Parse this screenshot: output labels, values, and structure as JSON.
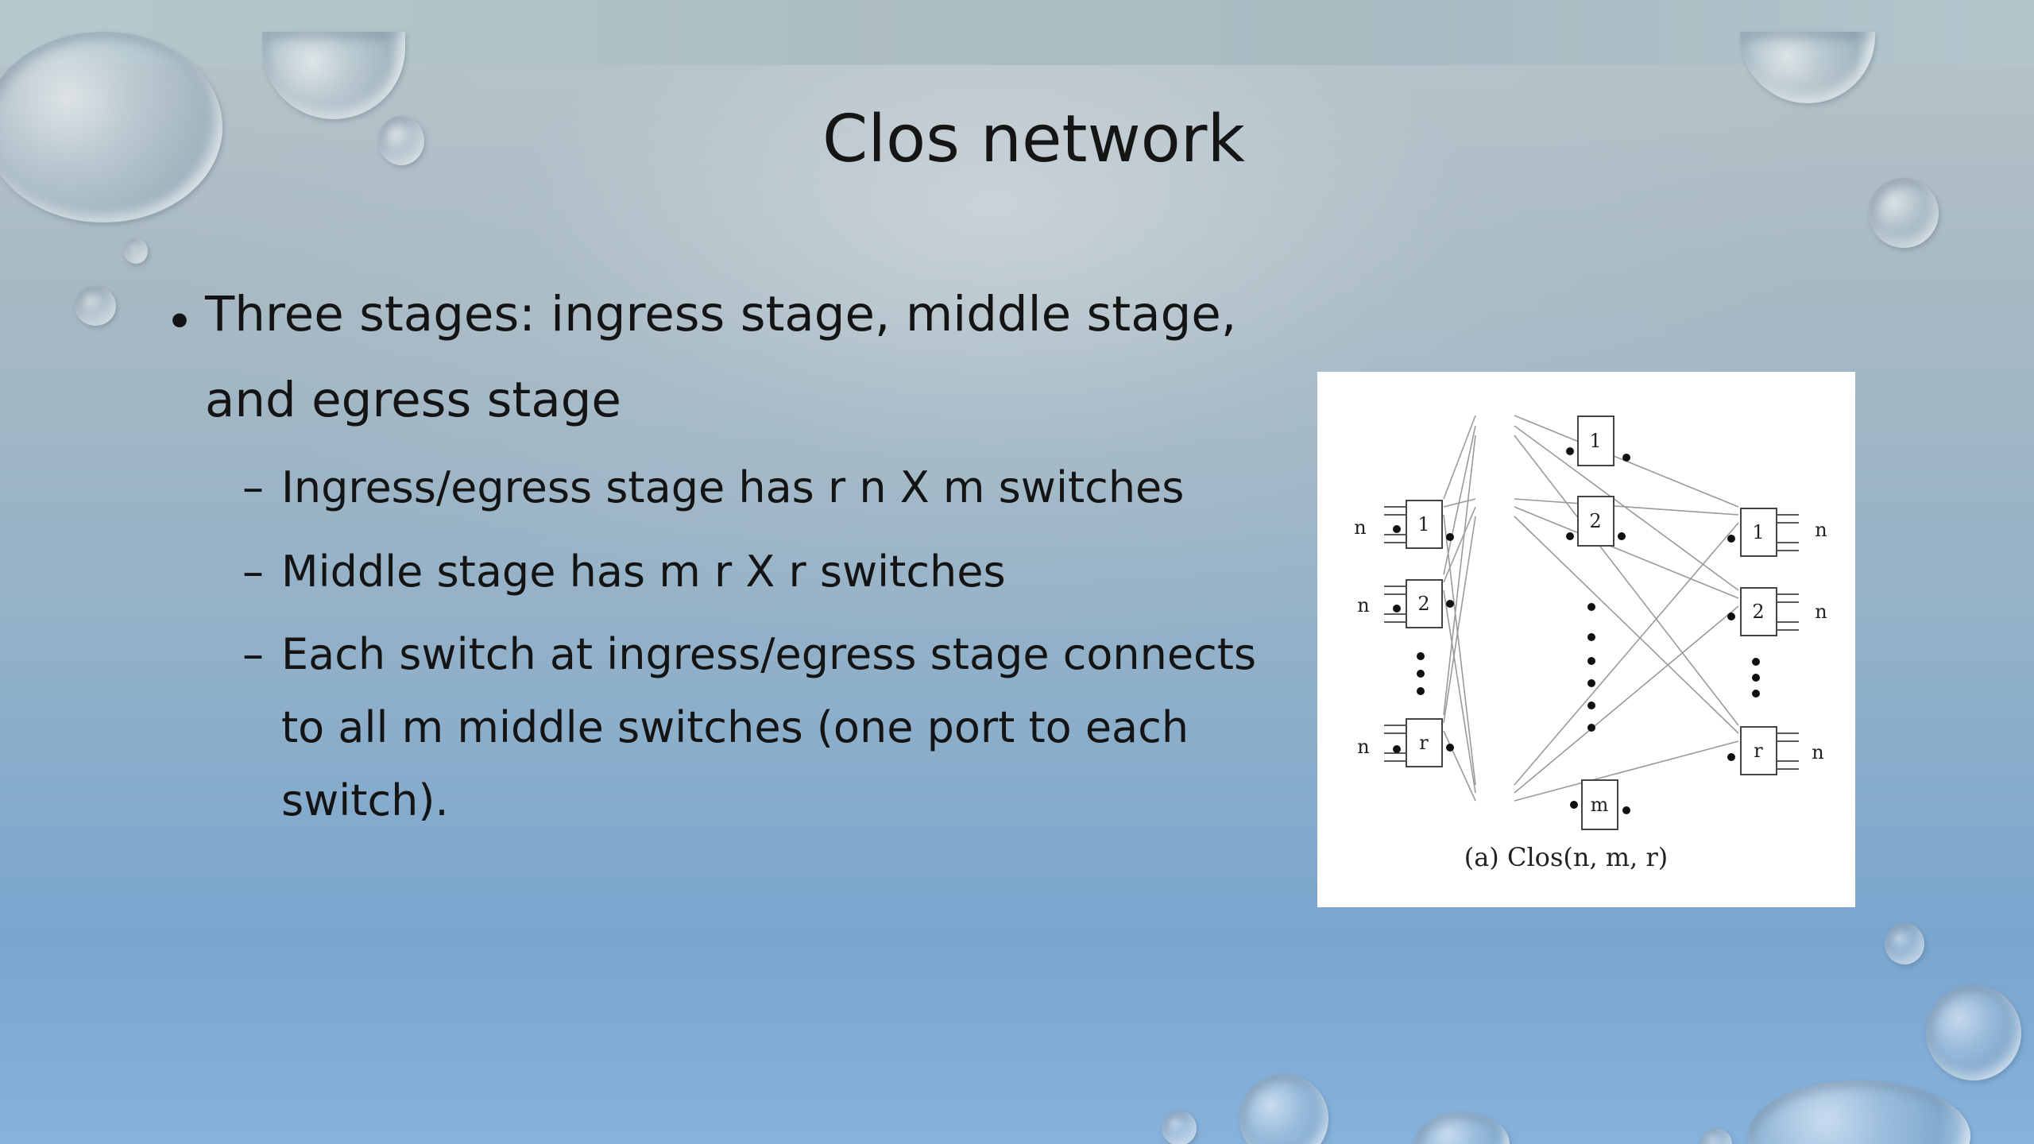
{
  "slide": {
    "title": "Clos network",
    "bullet_symbol": "•",
    "dash_symbol": "–",
    "bullet1_line1": "Three stages: ingress stage, middle stage,",
    "bullet1_line2": "and egress stage",
    "sub1": "Ingress/egress stage has r   n X m  switches",
    "sub2": "Middle stage has m  r X r switches",
    "sub3_line1": "Each switch at ingress/egress stage connects",
    "sub3_line2": "to all m middle switches (one port to each",
    "sub3_line3": "switch)."
  },
  "figure": {
    "caption": "(a) Clos(n, m, r)",
    "port_label": "n",
    "ingress_labels": [
      "1",
      "2",
      "r"
    ],
    "middle_labels": [
      "1",
      "2",
      "m"
    ],
    "egress_labels": [
      "1",
      "2",
      "r"
    ]
  }
}
